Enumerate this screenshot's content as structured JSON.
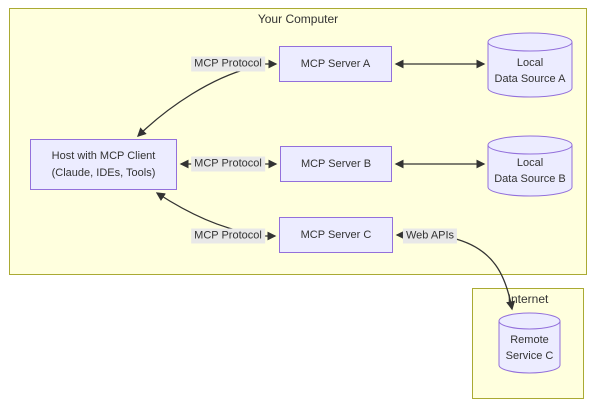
{
  "clusters": {
    "your_computer": {
      "label": "Your Computer"
    },
    "internet": {
      "label": "Internet"
    }
  },
  "nodes": {
    "host": {
      "line1": "Host with MCP Client",
      "line2": "(Claude, IDEs, Tools)"
    },
    "server_a": {
      "label": "MCP Server A"
    },
    "server_b": {
      "label": "MCP Server B"
    },
    "server_c": {
      "label": "MCP Server C"
    },
    "data_source_a": {
      "line1": "Local",
      "line2": "Data Source A"
    },
    "data_source_b": {
      "line1": "Local",
      "line2": "Data Source B"
    },
    "remote_service_c": {
      "line1": "Remote",
      "line2": "Service C"
    }
  },
  "edges": {
    "host_server_a": {
      "label": "MCP Protocol"
    },
    "host_server_b": {
      "label": "MCP Protocol"
    },
    "host_server_c": {
      "label": "MCP Protocol"
    },
    "server_c_remote": {
      "label": "Web APIs"
    }
  },
  "colors": {
    "cluster_fill": "#ffffde",
    "cluster_border": "#aaaa33",
    "node_fill": "#ECECFF",
    "node_border": "#9370DB",
    "edge": "#333333",
    "edge_label_bg": "#e8e8e8",
    "text": "#333333"
  }
}
